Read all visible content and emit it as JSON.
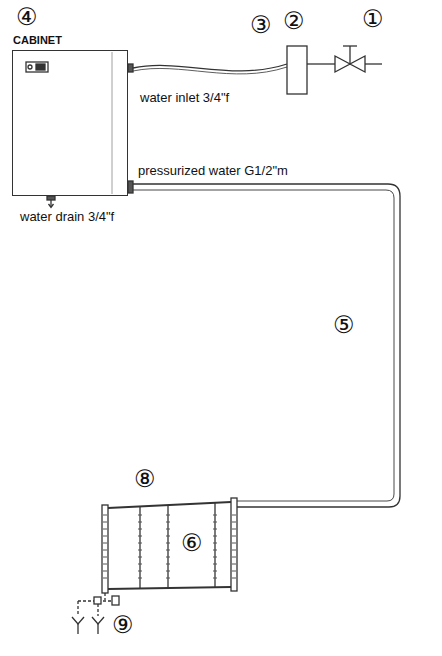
{
  "diagram": {
    "nodes": [
      {
        "text": [
          "CABINET"
        ]
      }
    ],
    "labels": [
      "①",
      "②",
      "③",
      "④",
      "⑤",
      "⑥",
      "⑧",
      "⑨",
      "water inlet 3/4\"f",
      "pressurized water G1/2\"m",
      "water drain 3/4\"f"
    ]
  }
}
